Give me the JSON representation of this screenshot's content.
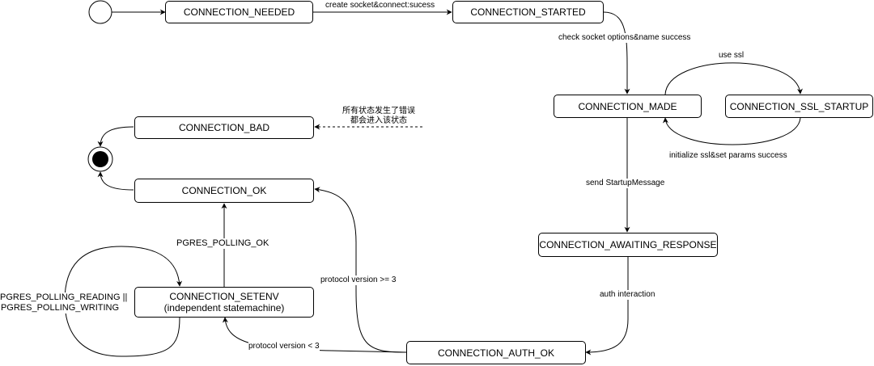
{
  "states": {
    "needed": "CONNECTION_NEEDED",
    "started": "CONNECTION_STARTED",
    "made": "CONNECTION_MADE",
    "ssl": "CONNECTION_SSL_STARTUP",
    "awaiting": "CONNECTION_AWAITING_RESPONSE",
    "auth_ok": "CONNECTION_AUTH_OK",
    "setenv": "CONNECTION_SETENV",
    "setenv_sub": "(independent statemachine)",
    "ok": "CONNECTION_OK",
    "bad": "CONNECTION_BAD"
  },
  "transitions": {
    "create": "create socket&connect:sucess",
    "check": "check socket options&name success",
    "use_ssl": "use ssl",
    "init_ssl": "initialize ssl&set params success",
    "send_startup": "send StartupMessage",
    "auth_interaction": "auth interaction",
    "proto_ge3": "protocol version >= 3",
    "proto_lt3": "protocol version < 3",
    "polling_ok": "PGRES_POLLING_OK",
    "polling_rw_line1": "PGRES_POLLING_READING ||",
    "polling_rw_line2": "PGRES_POLLING_WRITING",
    "error_note_line1": "所有状态发生了错误",
    "error_note_line2": "都会进入该状态"
  }
}
